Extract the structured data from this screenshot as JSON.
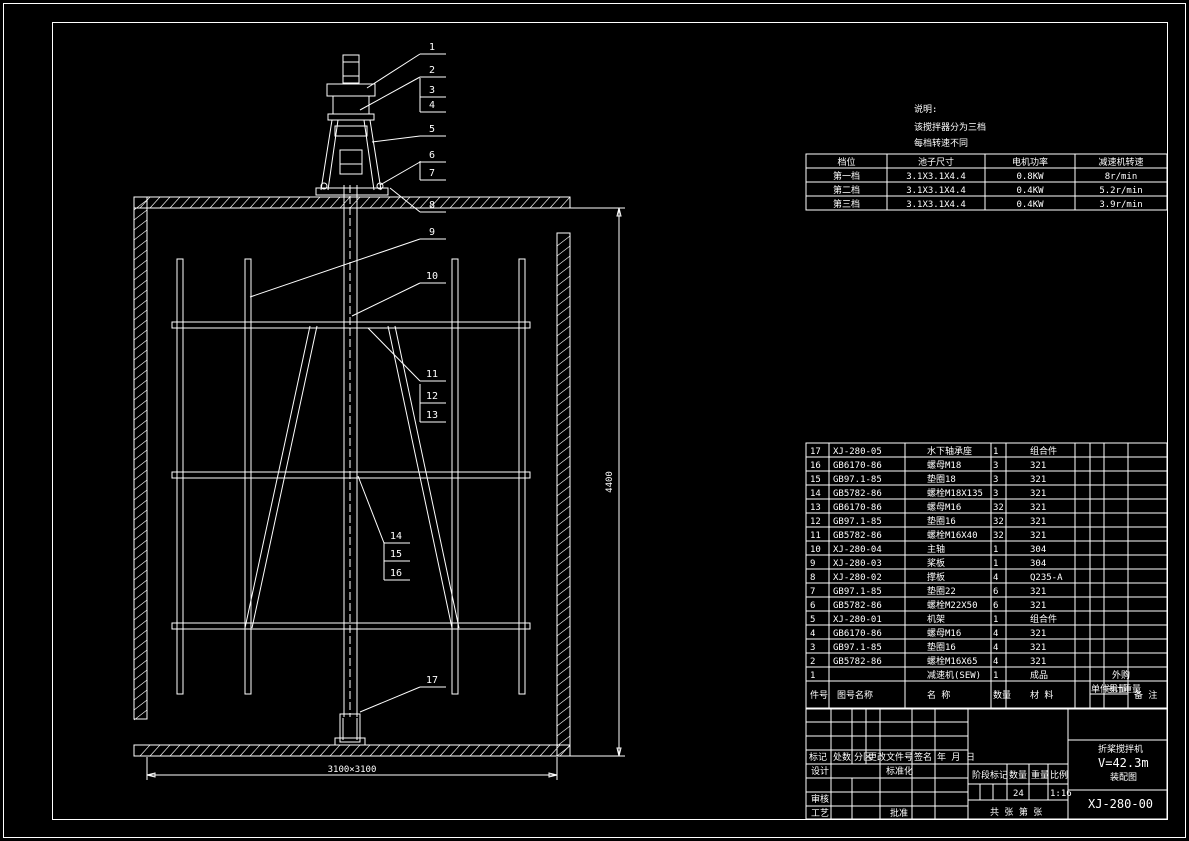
{
  "notes": {
    "title": "说明:",
    "line1": "该搅拌器分为三档",
    "line2": "每档转速不同"
  },
  "spec_table": {
    "headers": [
      "档位",
      "池子尺寸",
      "电机功率",
      "减速机转速"
    ],
    "rows": [
      [
        "第一档",
        "3.1X3.1X4.4",
        "0.8KW",
        "8r/min"
      ],
      [
        "第二档",
        "3.1X3.1X4.4",
        "0.4KW",
        "5.2r/min"
      ],
      [
        "第三档",
        "3.1X3.1X4.4",
        "0.4KW",
        "3.9r/min"
      ]
    ]
  },
  "callouts": [
    "1",
    "2",
    "3",
    "4",
    "5",
    "6",
    "7",
    "8",
    "9",
    "10",
    "11",
    "12",
    "13",
    "14",
    "15",
    "16",
    "17"
  ],
  "dimensions": {
    "width": "3100×3100",
    "height": "4400"
  },
  "bom": {
    "rows": [
      [
        "17",
        "XJ-280-05",
        "水下轴承座",
        "1",
        "组合件"
      ],
      [
        "16",
        "GB6170-86",
        "螺母M18",
        "3",
        "321"
      ],
      [
        "15",
        "GB97.1-85",
        "垫圈18",
        "3",
        "321"
      ],
      [
        "14",
        "GB5782-86",
        "螺栓M18X135",
        "3",
        "321"
      ],
      [
        "13",
        "GB6170-86",
        "螺母M16",
        "32",
        "321"
      ],
      [
        "12",
        "GB97.1-85",
        "垫圈16",
        "32",
        "321"
      ],
      [
        "11",
        "GB5782-86",
        "螺栓M16X40",
        "32",
        "321"
      ],
      [
        "10",
        "XJ-280-04",
        "主轴",
        "1",
        "304"
      ],
      [
        "9",
        "XJ-280-03",
        "桨板",
        "1",
        "304"
      ],
      [
        "8",
        "XJ-280-02",
        "撑板",
        "4",
        "Q235-A"
      ],
      [
        "7",
        "GB97.1-85",
        "垫圈22",
        "6",
        "321"
      ],
      [
        "6",
        "GB5782-86",
        "螺栓M22X50",
        "6",
        "321"
      ],
      [
        "5",
        "XJ-280-01",
        "机架",
        "1",
        "组合件"
      ],
      [
        "4",
        "GB6170-86",
        "螺母M16",
        "4",
        "321"
      ],
      [
        "3",
        "GB97.1-85",
        "垫圈16",
        "4",
        "321"
      ],
      [
        "2",
        "GB5782-86",
        "螺栓M16X65",
        "4",
        "321"
      ],
      [
        "1",
        "",
        "减速机(SEW)",
        "1",
        "成品",
        "外购"
      ]
    ],
    "header": {
      "seq": "件号",
      "code": "图号名称",
      "name": "名 称",
      "qty": "数量",
      "material": "材 料",
      "unit_weight": "单件重量",
      "total_weight": "总计重量",
      "remark": "备 注"
    }
  },
  "title_block": {
    "rev_labels": [
      "标记",
      "处数",
      "分区",
      "更改文件号",
      "签名",
      "年 月 日"
    ],
    "design": "设计",
    "standardize": "标准化",
    "check": "审核",
    "process": "工艺",
    "approve": "批准",
    "stage_label": "阶段标记",
    "weight_label": "数量",
    "mass_label": "重量",
    "scale_label": "比例",
    "qty_value": "24",
    "scale_value": "1:16",
    "sheets": "共 张 第 张",
    "product_name": "折桨搅拌机",
    "product_volume": "V=42.3m",
    "product_type": "装配图",
    "drawing_no": "XJ-280-00"
  }
}
